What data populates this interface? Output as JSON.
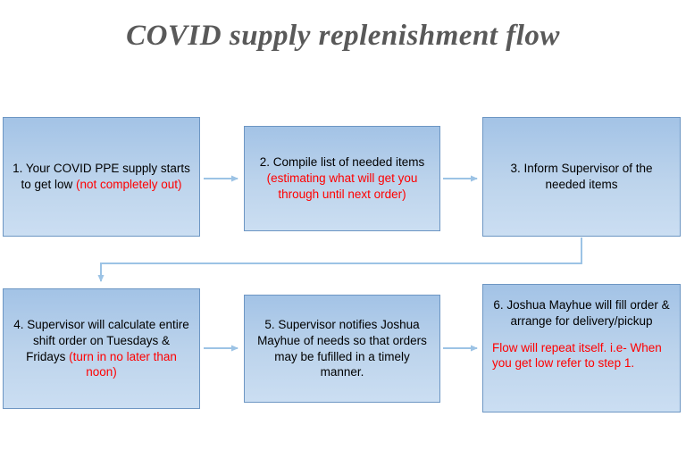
{
  "title": "COVID supply replenishment flow",
  "colors": {
    "title_text": "#595959",
    "box_fill_top": "#a3c3e6",
    "box_fill_bottom": "#cbdef2",
    "box_border": "#6d96c3",
    "connector": "#9cc3e5",
    "red_text": "#ff0000",
    "black_text": "#000000"
  },
  "steps": [
    {
      "text": "1. Your COVID PPE supply starts to get low ",
      "red_text": "(not completely out)"
    },
    {
      "text": "2. Compile list of needed items ",
      "red_text": "(estimating what will get you through until next order)"
    },
    {
      "text": "3. Inform Supervisor of the needed items",
      "red_text": ""
    },
    {
      "text": "4. Supervisor will calculate entire shift order on Tuesdays & Fridays ",
      "red_text": "(turn in no later than noon)"
    },
    {
      "text": "5. Supervisor notifies Joshua Mayhue of needs so that orders may be fufilled in a timely manner.",
      "red_text": ""
    },
    {
      "text": "6. Joshua Mayhue will fill order & arrange for delivery/pickup",
      "red_text": "Flow will repeat itself. i.e- When you get low refer to step 1."
    }
  ]
}
